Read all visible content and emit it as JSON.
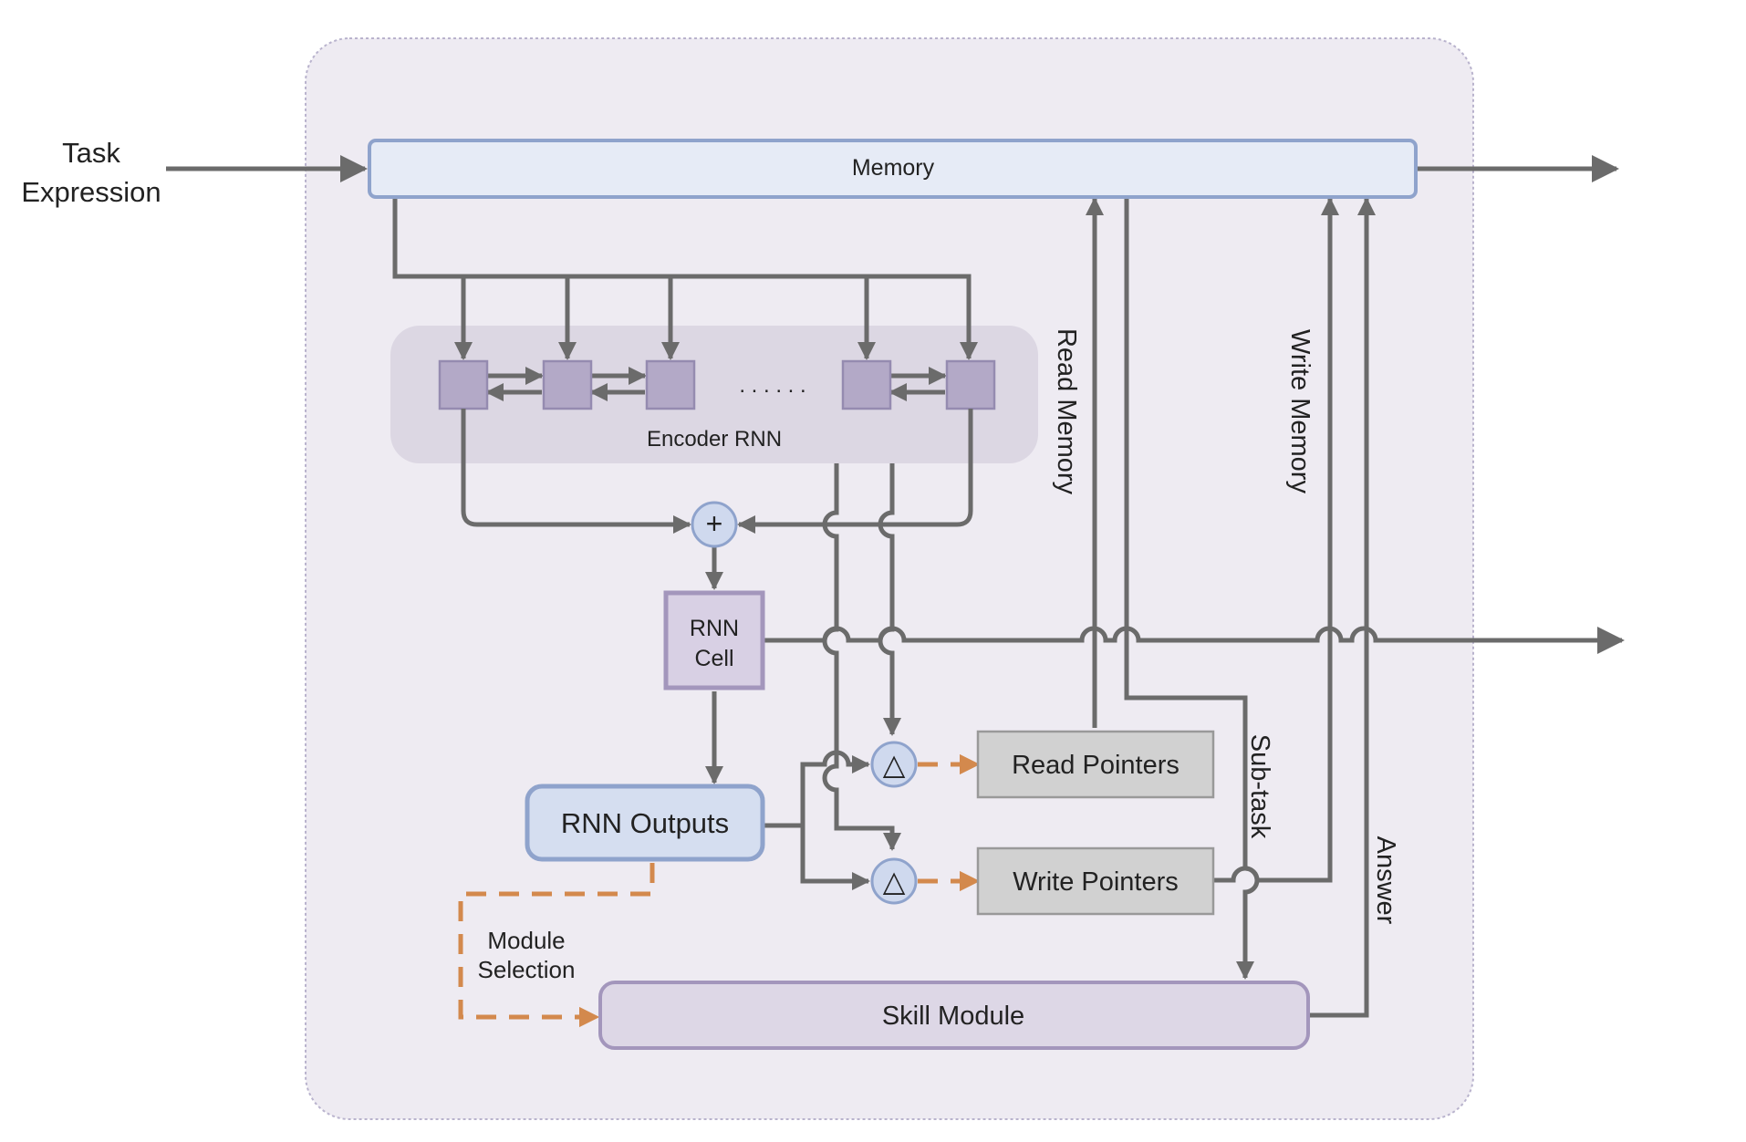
{
  "labels": {
    "task_expression": [
      "Task",
      "Expression"
    ],
    "memory": "Memory",
    "encoder_rnn": "Encoder RNN",
    "ellipsis": ". . . . . .",
    "rnn_cell": [
      "RNN",
      "Cell"
    ],
    "rnn_outputs": "RNN Outputs",
    "read_pointers": "Read Pointers",
    "write_pointers": "Write Pointers",
    "skill_module": "Skill Module",
    "module_selection": [
      "Module",
      "Selection"
    ],
    "read_memory": "Read Memory",
    "write_memory": "Write Memory",
    "sub_task": "Sub-task",
    "answer": "Answer",
    "sum_symbol": "+",
    "delta_symbol": "△"
  },
  "colors": {
    "container_fill": "#eeebf2",
    "memory_fill": "#e6ebf6",
    "memory_stroke": "#8fa3cc",
    "encoder_fill": "#dcd7e3",
    "cell_fill": "#b3a9c7",
    "rnn_outputs_fill": "#d5def0",
    "skill_fill": "#ddd7e6",
    "pointer_fill": "#d1d1d1",
    "wire": "#6b6b6b",
    "dashed_control": "#d3894d"
  }
}
